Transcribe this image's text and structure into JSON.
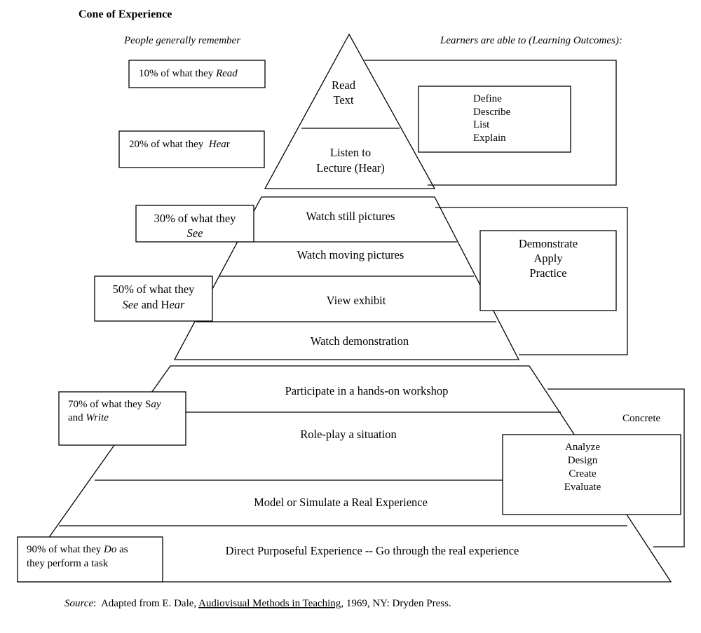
{
  "title": "Cone of Experience",
  "left_heading": "People generally remember",
  "right_heading": "Learners are able to (Learning Outcomes):",
  "pyramid": {
    "top_section": {
      "read_text": [
        "Read",
        "Text"
      ],
      "listen": [
        "Listen to",
        "Lecture (Hear)"
      ]
    },
    "middle_section": [
      "Watch still pictures",
      "Watch moving pictures",
      "View exhibit",
      "Watch demonstration"
    ],
    "bottom_section": [
      "Participate in a hands-on workshop",
      "Role-play a situation",
      "Model or Simulate a Real Experience",
      "Direct Purposeful Experience -- Go through the real experience"
    ]
  },
  "remember_boxes": {
    "read": {
      "prefix": "10% of what they ",
      "emph": "Read"
    },
    "hear": {
      "prefix": "20% of what they  ",
      "emph": "Hea",
      "suffix": "r"
    },
    "see": {
      "line1": "30% of what they",
      "emph": "See"
    },
    "see_hear": {
      "line1": "50% of what they",
      "emph": "See",
      "suffix": " and H",
      "emph2": "ear"
    },
    "say_write": {
      "prefix": "70% of what they S",
      "emph": "ay",
      "line2_prefix": "and ",
      "emph2": "Write"
    },
    "do": {
      "prefix": "90% of what they ",
      "emph": "Do",
      "suffix": " as",
      "line2": "they perform a task"
    }
  },
  "outcomes": {
    "top": [
      "Define",
      "Describe",
      "List",
      "Explain"
    ],
    "middle": [
      "Demonstrate",
      "Apply",
      "Practice"
    ],
    "bottom": [
      "Analyze",
      "Design",
      "Create",
      "Evaluate"
    ],
    "concrete_label": "Concrete"
  },
  "source": {
    "label": "Source",
    "text1": ":  Adapted from E. Dale, ",
    "book": "Audiovisual Methods in Teaching",
    "text2": ", 1969, NY: Dryden Press."
  }
}
